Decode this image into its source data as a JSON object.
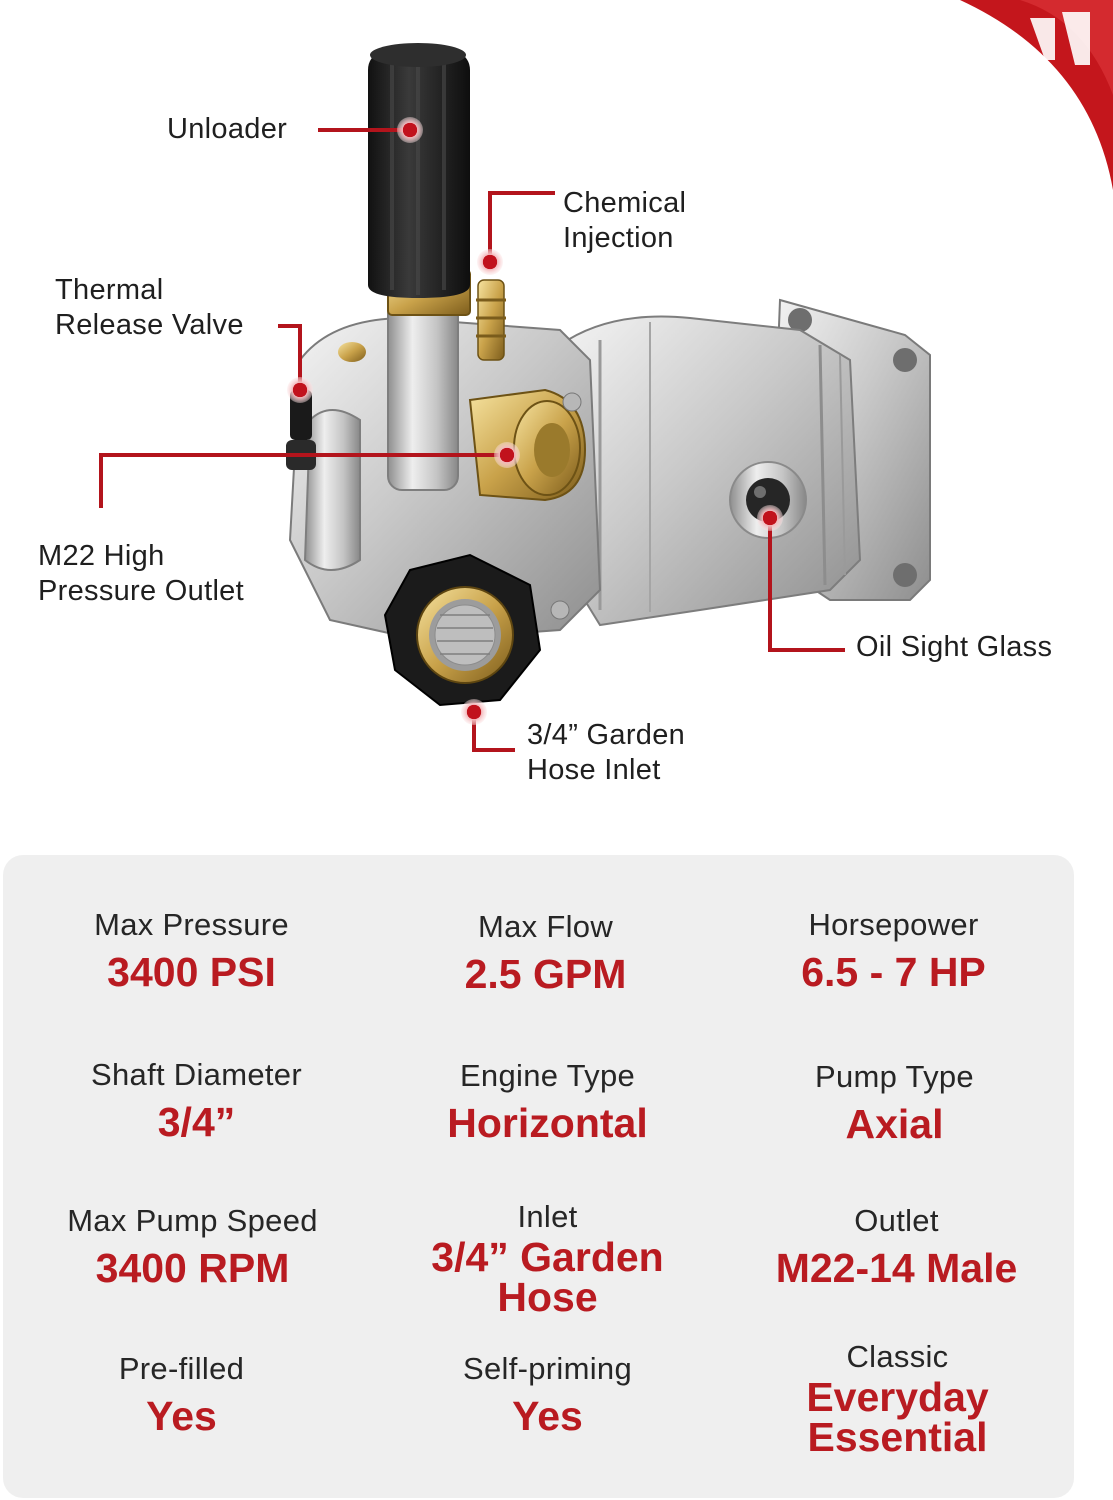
{
  "callouts": {
    "unloader": "Unloader",
    "chemical_injection": [
      "Chemical",
      "Injection"
    ],
    "thermal_release_valve": [
      "Thermal",
      "Release Valve"
    ],
    "m22_outlet": [
      "M22 High",
      "Pressure Outlet"
    ],
    "oil_sight_glass": "Oil Sight Glass",
    "garden_hose_inlet": [
      "3/4” Garden",
      "Hose Inlet"
    ]
  },
  "specs": [
    {
      "label": "Max Pressure",
      "value": [
        "3400 PSI"
      ]
    },
    {
      "label": "Max Flow",
      "value": [
        "2.5 GPM"
      ]
    },
    {
      "label": "Horsepower",
      "value": [
        "6.5 - 7 HP"
      ]
    },
    {
      "label": "Shaft Diameter",
      "value": [
        "3/4”"
      ]
    },
    {
      "label": "Engine Type",
      "value": [
        "Horizontal"
      ]
    },
    {
      "label": "Pump Type",
      "value": [
        "Axial"
      ]
    },
    {
      "label": "Max Pump Speed",
      "value": [
        "3400 RPM"
      ]
    },
    {
      "label": "Inlet",
      "value": [
        "3/4” Garden",
        "Hose"
      ]
    },
    {
      "label": "Outlet",
      "value": [
        "M22-14 Male"
      ]
    },
    {
      "label": "Pre-filled",
      "value": [
        "Yes"
      ]
    },
    {
      "label": "Self-priming",
      "value": [
        "Yes"
      ]
    },
    {
      "label": "Classic",
      "value": [
        "Everyday",
        "Essential"
      ]
    }
  ],
  "colors": {
    "accent": "#b91b21",
    "panel": "#efefef",
    "callout_line": "#b3141c"
  }
}
